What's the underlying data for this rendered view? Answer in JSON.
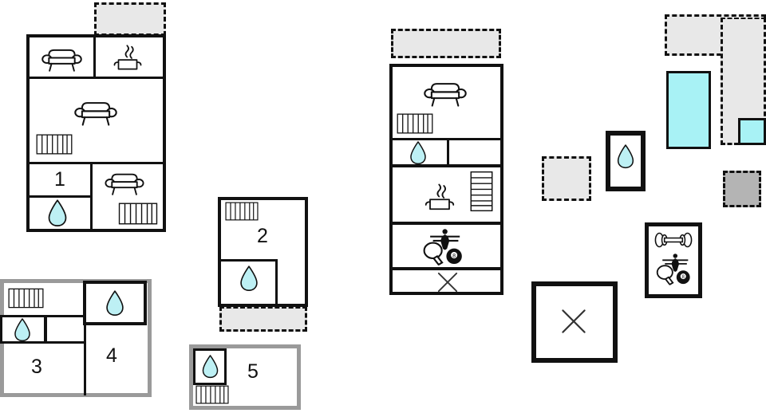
{
  "document": {
    "kind": "floor-plan-diagram",
    "title": "Holiday home floor plan",
    "background_color": "#ffffff",
    "palette": {
      "wall": "#111111",
      "wall_gray": "#9a9a9a",
      "terrace_fill": "#e8e8e8",
      "terrace_gray_fill": "#b4b4b4",
      "pool_fill": "#a8f2f5",
      "water_drop_fill": "#bdf0f4",
      "icon_stroke": "#111111"
    }
  },
  "legend": {
    "icon_names": [
      "sofa-icon",
      "cooking-pot-icon",
      "radiator-icon",
      "water-drop-icon",
      "games-icon",
      "dumbbell-icon",
      "cross-icon"
    ]
  },
  "plans": [
    {
      "id": "plan-1",
      "number": "1",
      "outline": "black",
      "rooms": [
        {
          "name": "living-room-upper-left",
          "icons": [
            "sofa-icon"
          ]
        },
        {
          "name": "kitchen",
          "icons": [
            "cooking-pot-icon"
          ]
        },
        {
          "name": "living-room-main",
          "icons": [
            "sofa-icon",
            "radiator-icon"
          ]
        },
        {
          "name": "numbered-room",
          "icons": [],
          "label": "1"
        },
        {
          "name": "bathroom",
          "icons": [
            "water-drop-icon"
          ]
        },
        {
          "name": "side-living-room",
          "icons": [
            "sofa-icon",
            "radiator-icon"
          ]
        }
      ],
      "terrace": {
        "name": "terrace-top",
        "style": "dashed-gray"
      }
    },
    {
      "id": "plan-2",
      "number": "2",
      "outline": "black",
      "rooms": [
        {
          "name": "main-room",
          "icons": [
            "radiator-icon"
          ],
          "label": "2"
        },
        {
          "name": "bathroom",
          "icons": [
            "water-drop-icon"
          ]
        }
      ],
      "terrace": {
        "name": "terrace-bottom",
        "style": "dashed-gray"
      }
    },
    {
      "id": "plan-3",
      "number": "3",
      "outline": "gray",
      "rooms": [
        {
          "name": "room-with-radiator",
          "icons": [
            "radiator-icon"
          ]
        },
        {
          "name": "bathroom",
          "icons": [
            "water-drop-icon"
          ]
        },
        {
          "name": "empty-room",
          "icons": []
        },
        {
          "name": "main-room",
          "icons": [],
          "label": "3"
        }
      ]
    },
    {
      "id": "plan-4",
      "number": "4",
      "outline": "black",
      "rooms": [
        {
          "name": "bathroom",
          "icons": [
            "water-drop-icon"
          ]
        },
        {
          "name": "main-room",
          "icons": [],
          "label": "4"
        }
      ]
    },
    {
      "id": "plan-5",
      "number": "5",
      "outline": "gray",
      "rooms": [
        {
          "name": "bathroom",
          "icons": [
            "water-drop-icon"
          ]
        },
        {
          "name": "radiator-room",
          "icons": [
            "radiator-icon"
          ]
        },
        {
          "name": "main-room",
          "icons": [],
          "label": "5"
        }
      ]
    },
    {
      "id": "plan-center",
      "number": "",
      "outline": "black",
      "rooms": [
        {
          "name": "living-room",
          "icons": [
            "sofa-icon",
            "radiator-icon"
          ]
        },
        {
          "name": "bathroom",
          "icons": [
            "water-drop-icon"
          ]
        },
        {
          "name": "empty-room",
          "icons": []
        },
        {
          "name": "kitchen",
          "icons": [
            "cooking-pot-icon",
            "radiator-icon"
          ]
        },
        {
          "name": "games-room",
          "icons": [
            "games-icon"
          ]
        },
        {
          "name": "unavailable-room",
          "icons": [
            "cross-icon"
          ]
        }
      ],
      "terrace": {
        "name": "terrace-top",
        "style": "dashed-gray"
      }
    }
  ],
  "outbuildings": [
    {
      "name": "terrace-square-small",
      "style": "dashed-gray",
      "icons": []
    },
    {
      "name": "bathroom-outbuilding",
      "style": "black",
      "icons": [
        "water-drop-icon"
      ]
    },
    {
      "name": "terrace-l-shape",
      "style": "dashed-gray",
      "icons": []
    },
    {
      "name": "swimming-pool",
      "style": "pool",
      "icons": []
    },
    {
      "name": "pool-small",
      "style": "pool",
      "icons": []
    },
    {
      "name": "terrace-dark-square",
      "style": "dashed-dark",
      "icons": []
    },
    {
      "name": "fitness-games-building",
      "style": "black",
      "icons": [
        "dumbbell-icon",
        "games-icon"
      ]
    },
    {
      "name": "unavailable-building",
      "style": "black",
      "icons": [
        "cross-icon"
      ]
    }
  ],
  "labels": {
    "plan1": "1",
    "plan2": "2",
    "plan3": "3",
    "plan4": "4",
    "plan5": "5"
  }
}
